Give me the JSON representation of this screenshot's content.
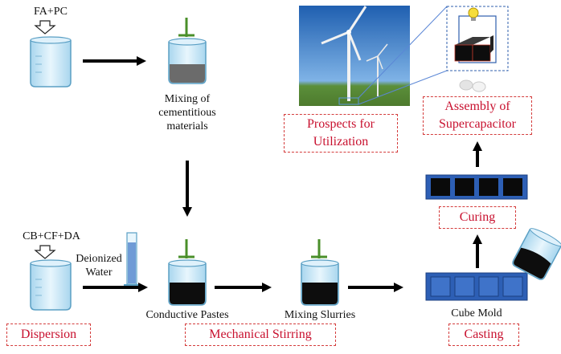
{
  "inputs": {
    "top": "FA+PC",
    "bottom": "CB+CF+DA",
    "water_line1": "Deionized",
    "water_line2": "Water"
  },
  "labels": {
    "mixing_line1": "Mixing of",
    "mixing_line2": "cementitious",
    "mixing_line3": "materials",
    "conductive_pastes": "Conductive Pastes",
    "mixing_slurries": "Mixing Slurries",
    "cube_mold": "Cube Mold"
  },
  "stages": {
    "dispersion": "Dispersion",
    "mechanical_stirring": "Mechanical Stirring",
    "casting": "Casting",
    "curing": "Curing",
    "assembly_line1": "Assembly of",
    "assembly_line2": "Supercapacitor",
    "prospects_line1": "Prospects for",
    "prospects_line2": "Utilization"
  },
  "colors": {
    "stage_text": "#c8102e",
    "stage_border": "#d43c3c",
    "beaker_glass": "#cfe8f5",
    "stirrer": "#4a8f2a",
    "mold_blue": "#2d5fb5",
    "sky_blue": "#2f6fbf"
  }
}
